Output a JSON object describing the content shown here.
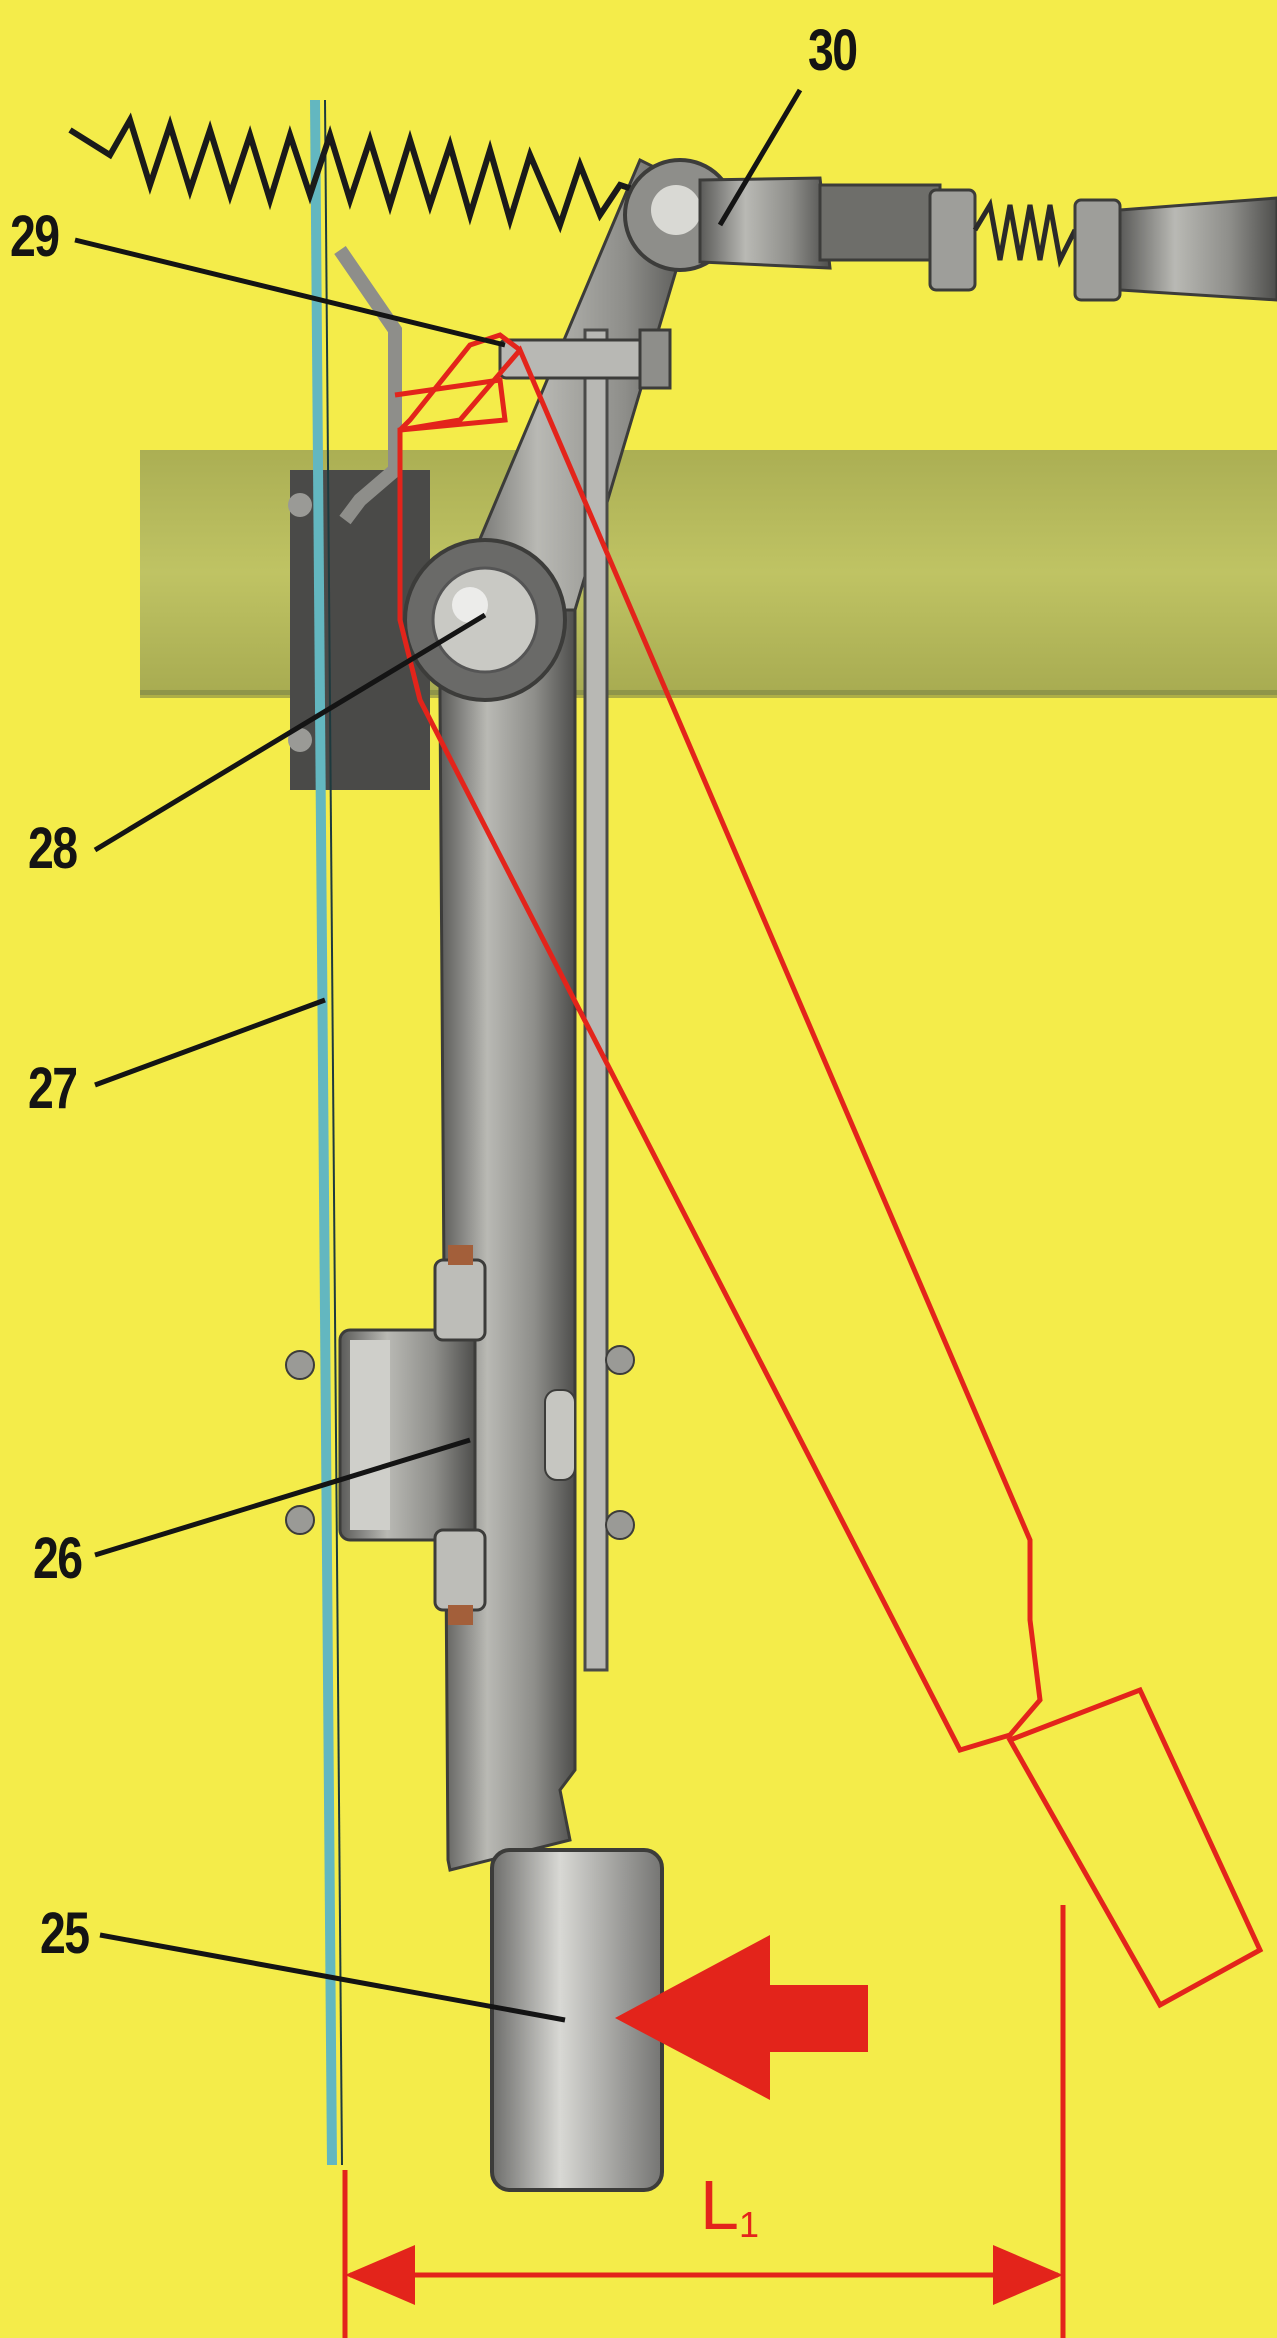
{
  "callouts": [
    {
      "id": "25",
      "text": "25"
    },
    {
      "id": "26",
      "text": "26"
    },
    {
      "id": "27",
      "text": "27"
    },
    {
      "id": "28",
      "text": "28"
    },
    {
      "id": "29",
      "text": "29"
    },
    {
      "id": "30",
      "text": "30"
    }
  ],
  "dimension": {
    "letter": "L",
    "subscript": "1"
  },
  "colors": {
    "background": "#f4ec4a",
    "metal": "#8c8c88",
    "beam": "#a9b05a",
    "outline_red": "#e3241b",
    "rod_blue": "#63b7c0",
    "leader": "#141414"
  }
}
